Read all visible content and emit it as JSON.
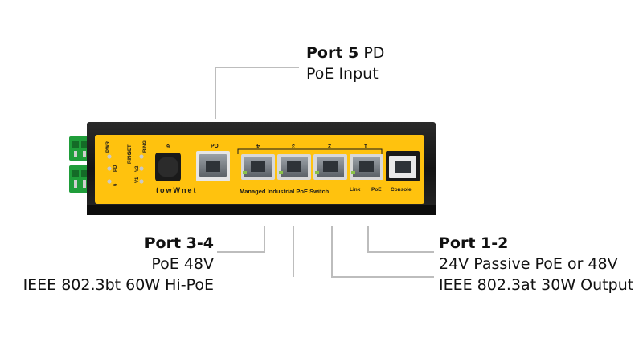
{
  "callouts": {
    "port5": {
      "title": "Port 5",
      "title_suffix": " PD",
      "line2": "PoE Input"
    },
    "port34": {
      "title": "Port 3-4",
      "line2": "PoE 48V",
      "line3": "IEEE 802.3bt 60W Hi-PoE"
    },
    "port12": {
      "title": "Port 1-2",
      "line2": "24V Passive PoE or 48V",
      "line3": "IEEE 802.3at 30W Output"
    }
  },
  "device": {
    "brand": "towWnet",
    "model_label": "Managed Industrial PoE Switch",
    "led_labels": [
      "PWR",
      "PD",
      "RING",
      "SET",
      "RING",
      "V2",
      "V1",
      "6"
    ],
    "port_labels": [
      "6",
      "PD",
      "4",
      "3",
      "2",
      "1"
    ],
    "bottom_labels": {
      "link": "Link",
      "poe": "PoE",
      "console": "Console"
    },
    "colors": {
      "body": "#ffc20e",
      "housing": "#1b1b1b",
      "terminal": "#1f9d3a"
    }
  }
}
